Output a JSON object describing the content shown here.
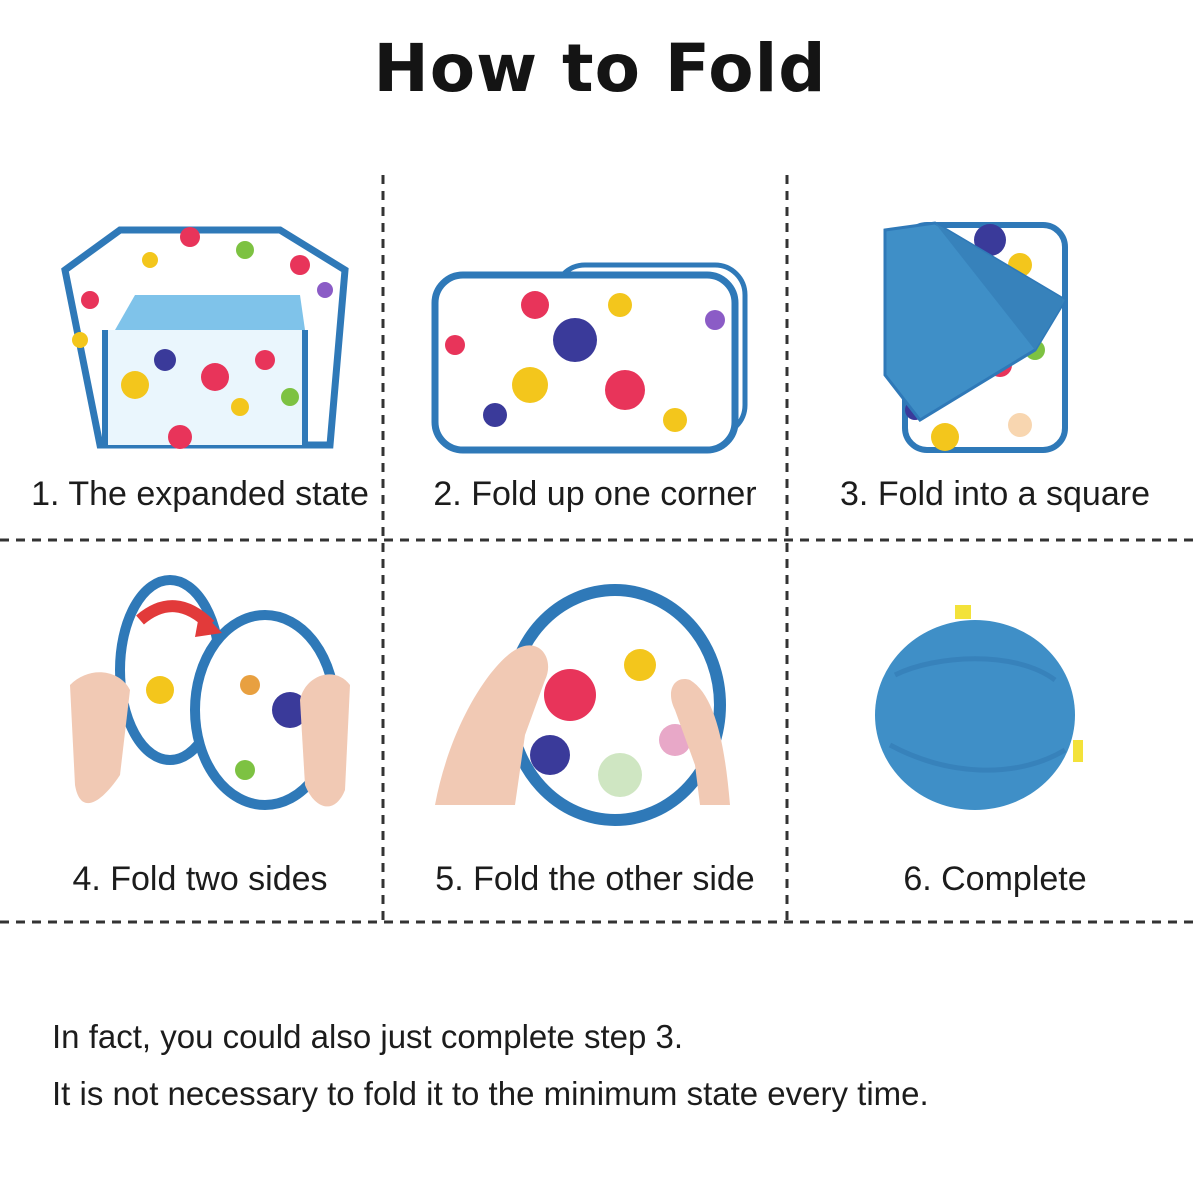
{
  "title": "How to Fold",
  "steps": [
    {
      "label": "1. The expanded state"
    },
    {
      "label": "2. Fold up one corner"
    },
    {
      "label": "3. Fold into a square"
    },
    {
      "label": "4. Fold two sides"
    },
    {
      "label": "5. Fold the other side"
    },
    {
      "label": "6. Complete"
    }
  ],
  "notes": [
    "In fact, you could also just complete step 3.",
    "It is not necessary to fold it to the minimum state every time."
  ],
  "colors": {
    "fabric_blue": "#3f8fc7",
    "trim_blue": "#2f79b8",
    "dot_red": "#e8345a",
    "dot_navy": "#3a3a9a",
    "dot_yellow": "#f3c61c",
    "dot_green": "#7dc242",
    "dot_purple": "#8b5cc6"
  }
}
